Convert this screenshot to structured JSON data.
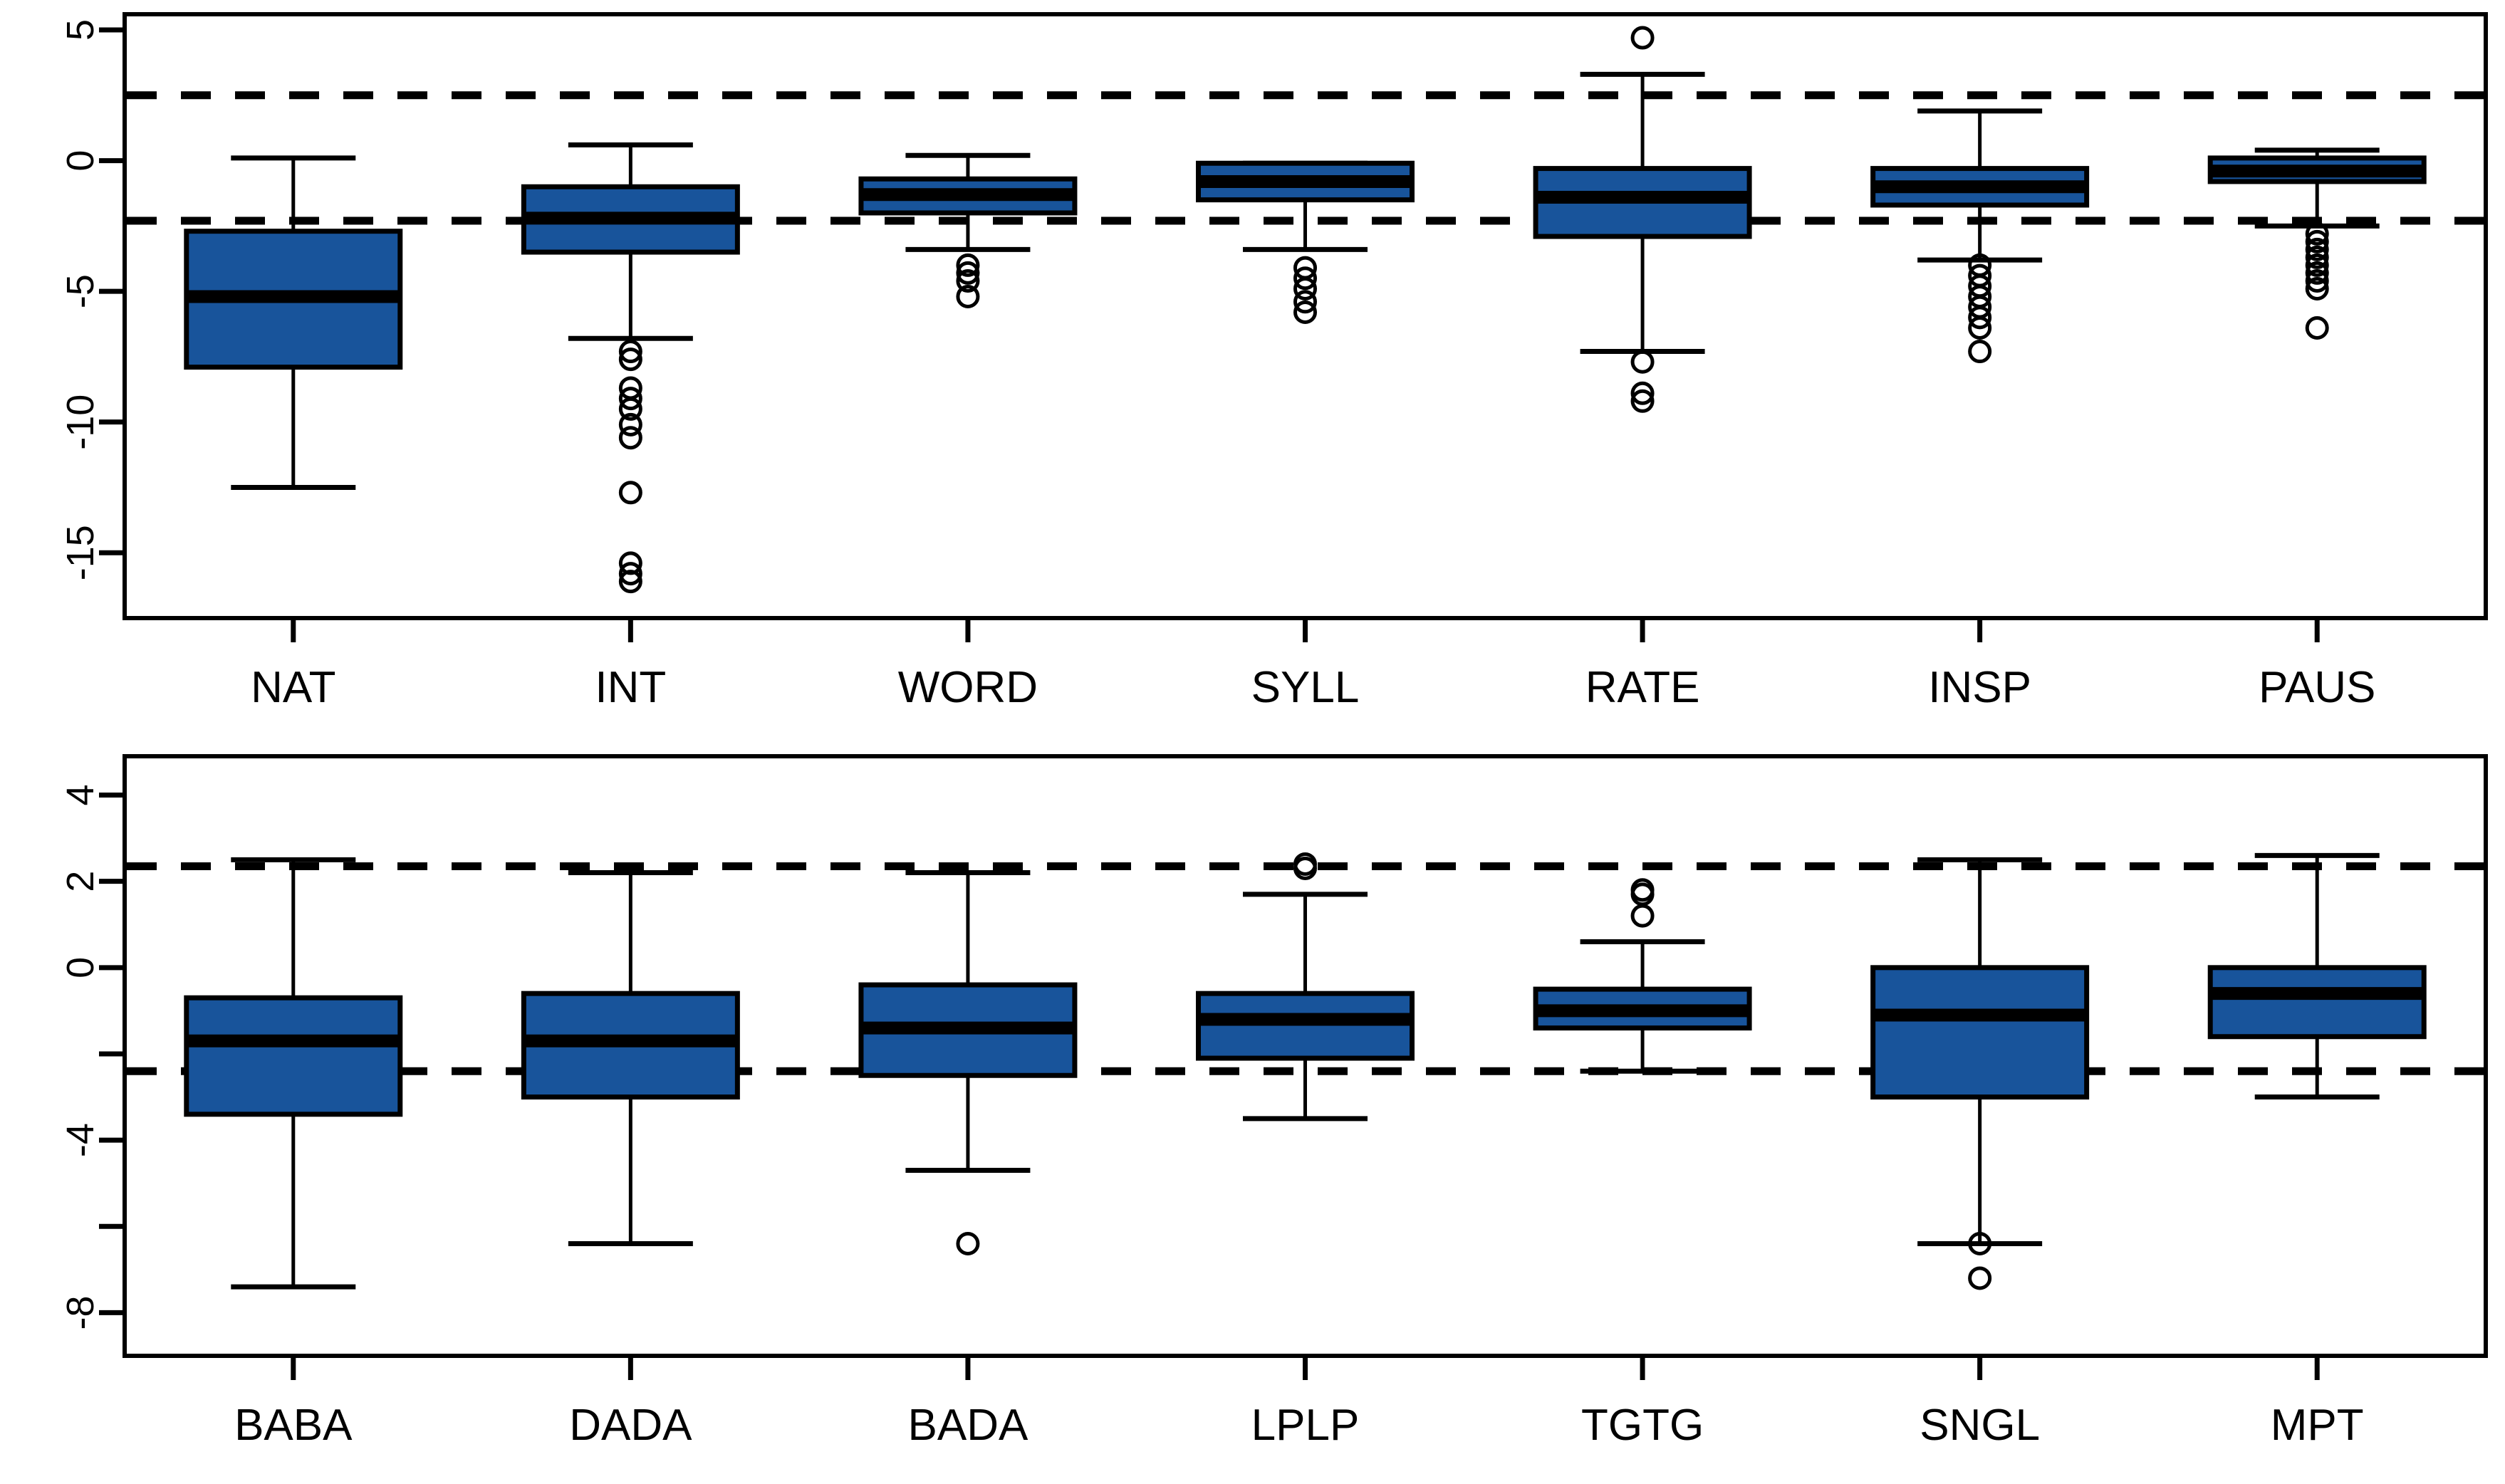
{
  "figure": {
    "type": "boxplot-figure",
    "panel_count": 2,
    "box_fill": "#18549B",
    "box_stroke": "#000000",
    "median_color": "#000000",
    "refline_color": "#000000",
    "background": "#FFFFFF"
  },
  "chart_data": [
    {
      "type": "boxplot",
      "panel": "top",
      "title": "",
      "xlabel": "",
      "ylabel": "",
      "ylim": [
        -17.5,
        5.6
      ],
      "yticks": [
        5,
        0,
        -5,
        -10,
        -15
      ],
      "ytick_labels": [
        "5",
        "0",
        "-5",
        "-10",
        "-15"
      ],
      "grid": false,
      "legend": "none",
      "reference_lines": [
        {
          "y": 2.5,
          "style": "dashed"
        },
        {
          "y": -2.3,
          "style": "dashed"
        }
      ],
      "categories": [
        "NAT",
        "INT",
        "WORD",
        "SYLL",
        "RATE",
        "INSP",
        "PAUS"
      ],
      "boxes": [
        {
          "label": "NAT",
          "lower_whisker": -12.5,
          "q1": -7.9,
          "median": -5.2,
          "q3": -2.7,
          "upper_whisker": 0.1,
          "outliers": []
        },
        {
          "label": "INT",
          "lower_whisker": -6.8,
          "q1": -3.5,
          "median": -2.2,
          "q3": -1.0,
          "upper_whisker": 0.6,
          "outliers": [
            -7.3,
            -7.6,
            -8.7,
            -9.1,
            -9.5,
            -10.1,
            -10.6,
            -12.7,
            -15.4,
            -15.8,
            -16.1
          ]
        },
        {
          "label": "WORD",
          "lower_whisker": -3.4,
          "q1": -2.0,
          "median": -1.3,
          "q3": -0.7,
          "upper_whisker": 0.2,
          "outliers": [
            -4.0,
            -4.3,
            -4.6,
            -5.2
          ]
        },
        {
          "label": "SYLL",
          "lower_whisker": -3.4,
          "q1": -1.5,
          "median": -0.8,
          "q3": -0.1,
          "upper_whisker": -0.1,
          "outliers": [
            -4.1,
            -4.5,
            -4.9,
            -5.4,
            -5.8
          ]
        },
        {
          "label": "RATE",
          "lower_whisker": -7.3,
          "q1": -2.9,
          "median": -1.4,
          "q3": -0.3,
          "upper_whisker": 3.3,
          "outliers": [
            4.7,
            -7.7,
            -8.9,
            -9.2
          ]
        },
        {
          "label": "INSP",
          "lower_whisker": -3.8,
          "q1": -1.7,
          "median": -1.0,
          "q3": -0.3,
          "upper_whisker": 1.9,
          "outliers": [
            -4.0,
            -4.4,
            -4.8,
            -5.2,
            -5.6,
            -6.0,
            -6.4,
            -7.3
          ]
        },
        {
          "label": "PAUS",
          "lower_whisker": -2.5,
          "q1": -0.8,
          "median": -0.4,
          "q3": 0.1,
          "upper_whisker": 0.4,
          "outliers": [
            -2.8,
            -3.1,
            -3.4,
            -3.7,
            -4.0,
            -4.3,
            -4.6,
            -4.9,
            -6.4
          ]
        }
      ]
    },
    {
      "type": "boxplot",
      "panel": "bottom",
      "title": "",
      "xlabel": "",
      "ylabel": "",
      "ylim": [
        -9.0,
        4.9
      ],
      "yticks": [
        4,
        2,
        0,
        -2,
        -4,
        -6,
        -8
      ],
      "ytick_labels": [
        "4",
        "2",
        "0",
        "",
        "-4",
        "",
        "-8"
      ],
      "grid": false,
      "legend": "none",
      "reference_lines": [
        {
          "y": 2.35,
          "style": "dashed"
        },
        {
          "y": -2.4,
          "style": "dashed"
        }
      ],
      "categories": [
        "BABA",
        "DADA",
        "BADA",
        "LPLP",
        "TGTG",
        "SNGL",
        "MPT"
      ],
      "boxes": [
        {
          "label": "BABA",
          "lower_whisker": -7.4,
          "q1": -3.4,
          "median": -1.7,
          "q3": -0.7,
          "upper_whisker": 2.5,
          "outliers": []
        },
        {
          "label": "DADA",
          "lower_whisker": -6.4,
          "q1": -3.0,
          "median": -1.7,
          "q3": -0.6,
          "upper_whisker": 2.2,
          "outliers": []
        },
        {
          "label": "BADA",
          "lower_whisker": -4.7,
          "q1": -2.5,
          "median": -1.4,
          "q3": -0.4,
          "upper_whisker": 2.2,
          "outliers": [
            -6.4
          ]
        },
        {
          "label": "LPLP",
          "lower_whisker": -3.5,
          "q1": -2.1,
          "median": -1.2,
          "q3": -0.6,
          "upper_whisker": 1.7,
          "outliers": [
            2.3,
            2.4
          ]
        },
        {
          "label": "TGTG",
          "lower_whisker": -2.4,
          "q1": -1.4,
          "median": -1.0,
          "q3": -0.5,
          "upper_whisker": 0.6,
          "outliers": [
            1.2,
            1.7,
            1.8
          ]
        },
        {
          "label": "SNGL",
          "lower_whisker": -6.4,
          "q1": -3.0,
          "median": -1.1,
          "q3": 0.0,
          "upper_whisker": 2.5,
          "outliers": [
            -6.4,
            -7.2
          ]
        },
        {
          "label": "MPT",
          "lower_whisker": -3.0,
          "q1": -1.6,
          "median": -0.6,
          "q3": 0.0,
          "upper_whisker": 2.6,
          "outliers": []
        }
      ]
    }
  ]
}
